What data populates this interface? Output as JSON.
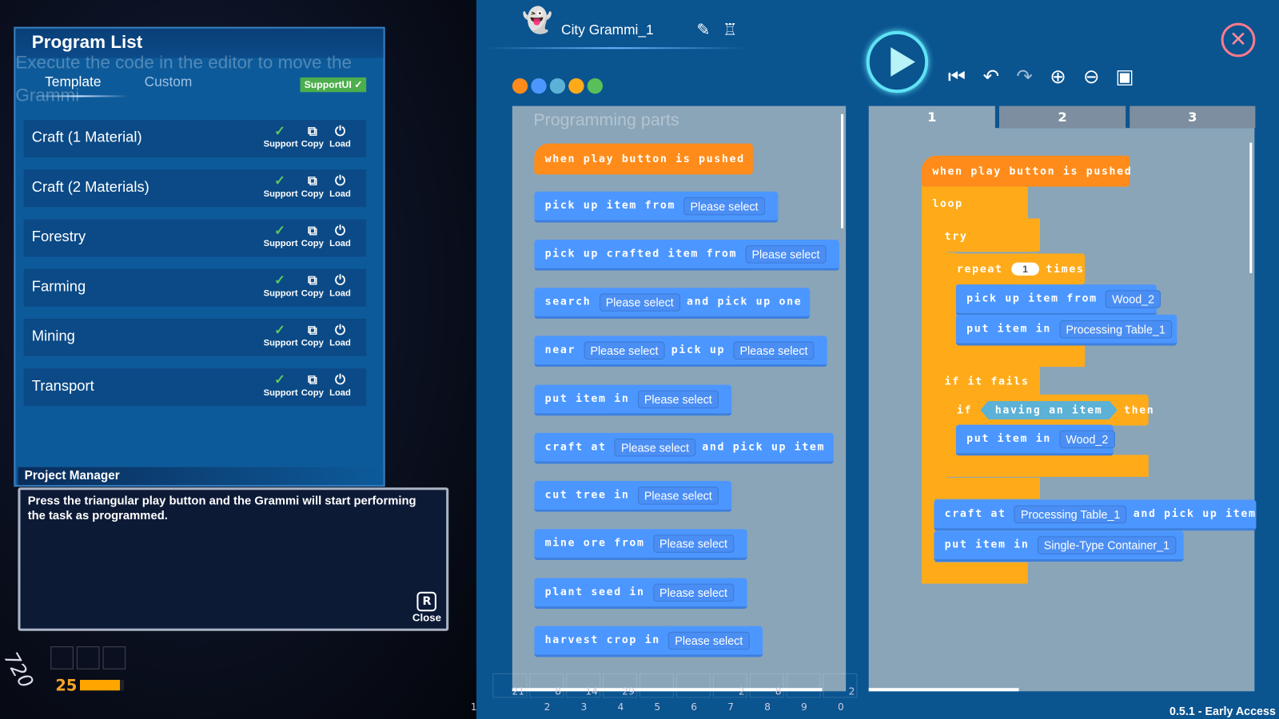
{
  "program_list": {
    "title": "Program List",
    "ghost_hint": "Execute the code in the editor to move the Grammi",
    "tabs": [
      {
        "label": "Template",
        "active": true
      },
      {
        "label": "Custom",
        "active": false
      }
    ],
    "support_ui_badge": "SupportUI ✓",
    "actions": {
      "support": "Support",
      "copy": "Copy",
      "load": "Load"
    },
    "items": [
      {
        "name": "Craft (1 Material)"
      },
      {
        "name": "Craft (2 Materials)"
      },
      {
        "name": "Forestry"
      },
      {
        "name": "Farming"
      },
      {
        "name": "Mining"
      },
      {
        "name": "Transport"
      }
    ]
  },
  "project_manager": {
    "title": "Project Manager",
    "message": "Press the triangular play button and the Grammi will start performing the task as programmed.",
    "close_key": "R",
    "close_label": "Close"
  },
  "hud": {
    "level": "720",
    "count": "25",
    "bar_fill": 0.9,
    "bar_color": "#ffa500"
  },
  "editor": {
    "grammi_name": "City Grammi_1",
    "color_dots": [
      "#ff8c1a",
      "#4c97ff",
      "#5cb1d6",
      "#ffab19",
      "#59c059"
    ],
    "palette_title": "Programming parts",
    "workspace_tabs": [
      {
        "label": "1",
        "active": true
      },
      {
        "label": "2",
        "active": false
      },
      {
        "label": "3",
        "active": false
      }
    ],
    "palette": [
      {
        "kind": "orange",
        "parts": [
          {
            "t": "when play button is pushed"
          }
        ]
      },
      {
        "kind": "blue",
        "parts": [
          {
            "t": "pick up item from"
          },
          {
            "s": "Please select"
          }
        ]
      },
      {
        "kind": "blue",
        "parts": [
          {
            "t": "pick up crafted item from"
          },
          {
            "s": "Please select"
          }
        ]
      },
      {
        "kind": "blue",
        "parts": [
          {
            "t": "search"
          },
          {
            "s": "Please select"
          },
          {
            "t": "and pick up one"
          }
        ]
      },
      {
        "kind": "blue",
        "parts": [
          {
            "t": "near"
          },
          {
            "s": "Please select"
          },
          {
            "t": "pick up"
          },
          {
            "s": "Please select"
          }
        ]
      },
      {
        "kind": "blue",
        "parts": [
          {
            "t": "put item in"
          },
          {
            "s": "Please select"
          }
        ]
      },
      {
        "kind": "blue",
        "parts": [
          {
            "t": "craft at"
          },
          {
            "s": "Please select"
          },
          {
            "t": "and pick up item"
          }
        ]
      },
      {
        "kind": "blue",
        "parts": [
          {
            "t": "cut tree in"
          },
          {
            "s": "Please select"
          }
        ]
      },
      {
        "kind": "blue",
        "parts": [
          {
            "t": "mine ore from"
          },
          {
            "s": "Please select"
          }
        ]
      },
      {
        "kind": "blue",
        "parts": [
          {
            "t": "plant seed in"
          },
          {
            "s": "Please select"
          }
        ]
      },
      {
        "kind": "blue",
        "parts": [
          {
            "t": "harvest crop in"
          },
          {
            "s": "Please select"
          }
        ]
      }
    ],
    "workspace": [
      {
        "kind": "orange",
        "parts": [
          {
            "t": "when play button is pushed"
          }
        ]
      },
      {
        "kind": "yel",
        "parts": [
          {
            "t": "loop"
          }
        ]
      },
      {
        "kind": "yel",
        "parts": [
          {
            "t": "try"
          }
        ]
      },
      {
        "kind": "yel",
        "parts": [
          {
            "t": "repeat"
          },
          {
            "n": "1"
          },
          {
            "t": "times"
          }
        ]
      },
      {
        "kind": "blue",
        "parts": [
          {
            "t": "pick up item from"
          },
          {
            "s": "Wood_2"
          }
        ]
      },
      {
        "kind": "blue",
        "parts": [
          {
            "t": "put item in"
          },
          {
            "s": "Processing Table_1"
          }
        ]
      },
      {
        "kind": "yel",
        "parts": [
          {
            "t": "if it fails"
          }
        ]
      },
      {
        "kind": "yel",
        "parts": [
          {
            "t": "if"
          },
          {
            "h": "having an item"
          },
          {
            "t": "then"
          }
        ]
      },
      {
        "kind": "blue",
        "parts": [
          {
            "t": "put item in"
          },
          {
            "s": "Wood_2"
          }
        ]
      },
      {
        "kind": "blue",
        "parts": [
          {
            "t": "craft at"
          },
          {
            "s": "Processing Table_1"
          },
          {
            "t": "and pick up item"
          }
        ]
      },
      {
        "kind": "blue",
        "parts": [
          {
            "t": "put item in"
          },
          {
            "s": "Single-Type Container_1"
          }
        ]
      }
    ]
  },
  "hotbar": {
    "slots": [
      "1",
      "2",
      "3",
      "4",
      "5",
      "6",
      "7",
      "8",
      "9",
      "0"
    ],
    "counts": [
      "21",
      "8",
      "14",
      "29",
      "",
      "",
      "2",
      "8",
      "",
      "2"
    ]
  },
  "version": "0.5.1 - Early Access"
}
